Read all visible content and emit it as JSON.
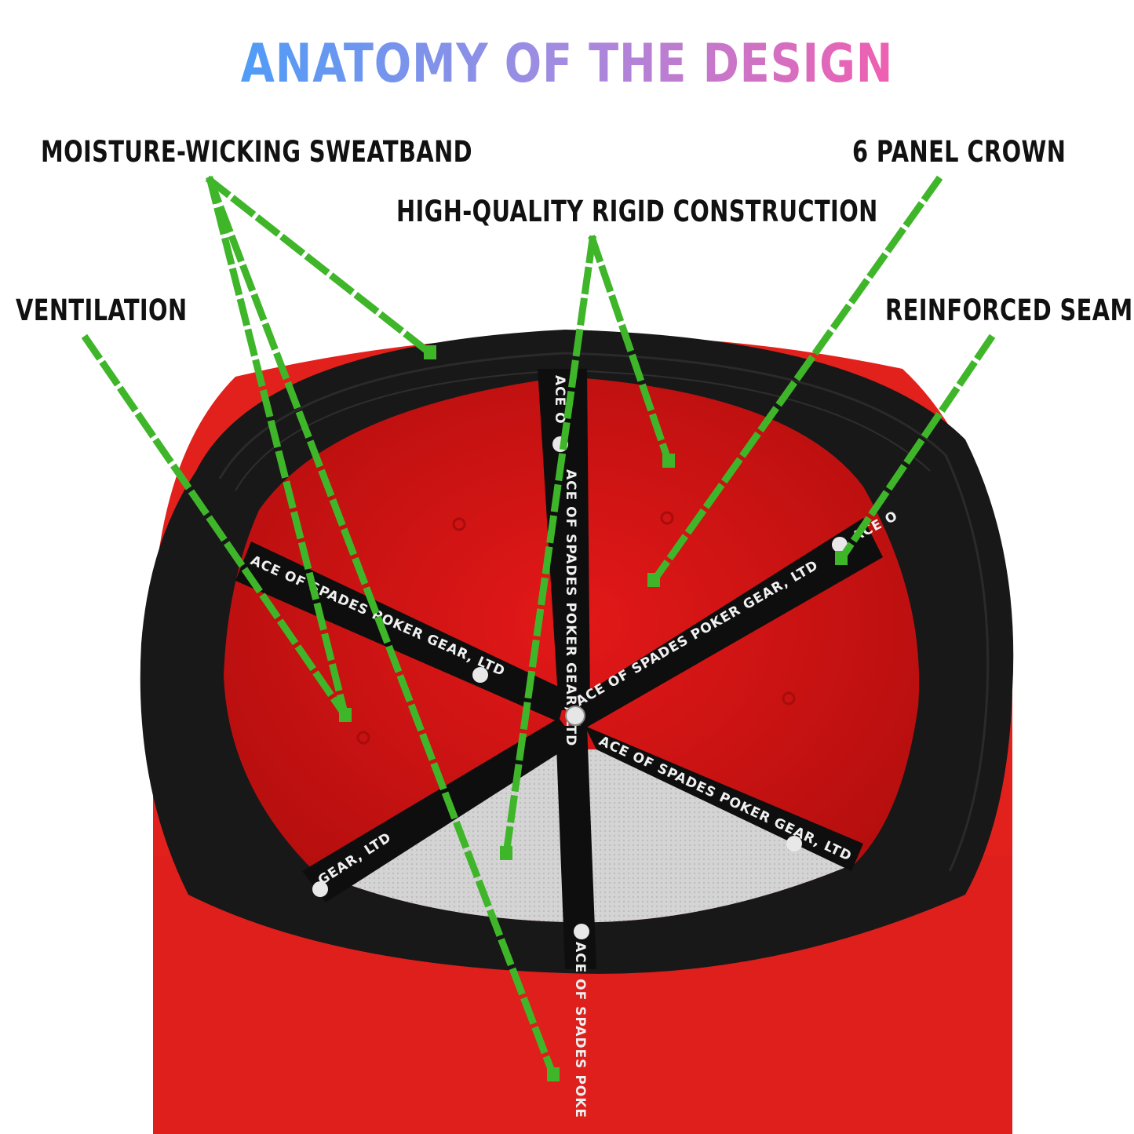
{
  "title": {
    "text": "ANATOMY OF THE DESIGN",
    "gradient": [
      "#4f9cf7",
      "#a48be0",
      "#f05fb0"
    ]
  },
  "callouts": {
    "sweatband": "MOISTURE-WICKING SWEATBAND",
    "crown": "6 PANEL CROWN",
    "construction": "HIGH-QUALITY RIGID CONSTRUCTION",
    "ventilation": "VENTILATION",
    "seams": "REINFORCED SEAMS"
  },
  "ribbon_text": {
    "brand_full": "ACE OF SPADES POKER GEAR, LTD",
    "brand_short": "ACE OF SPADES POKE",
    "fragment_a": "ACE O",
    "fragment_b": "GEAR, LTD"
  },
  "colors": {
    "cap_red": "#e01a1a",
    "panel_red": "#d81414",
    "sweatband": "#1a1a1a",
    "undervisor": "#cfcfcf",
    "leader_line": "#3fb62a"
  }
}
